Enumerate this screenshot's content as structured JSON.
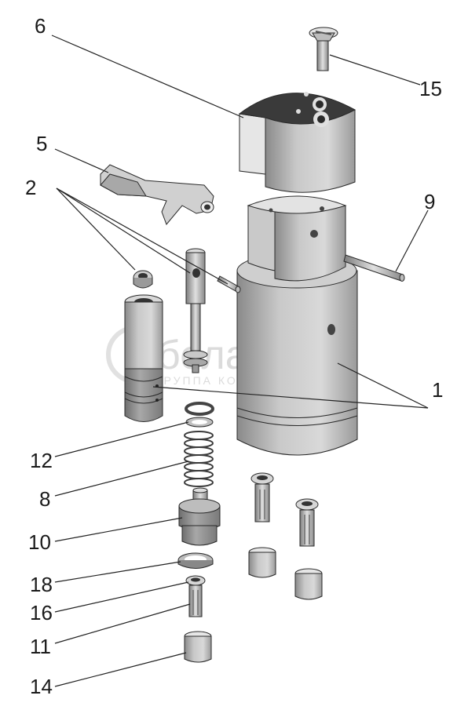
{
  "callouts": {
    "c1": "1",
    "c2": "2",
    "c5": "5",
    "c6": "6",
    "c8": "8",
    "c9": "9",
    "c10": "10",
    "c11": "11",
    "c12": "12",
    "c14": "14",
    "c15": "15",
    "c16": "16",
    "c18": "18"
  },
  "watermark": {
    "brand": "белагро",
    "tagline": "ГРУППА КОМПАНИЙ"
  },
  "colors": {
    "part_light": "#d2d2d2",
    "part_mid": "#b8b8b8",
    "part_dark": "#8e8e8e",
    "part_shadow": "#5a5a5a",
    "line": "#222222"
  }
}
